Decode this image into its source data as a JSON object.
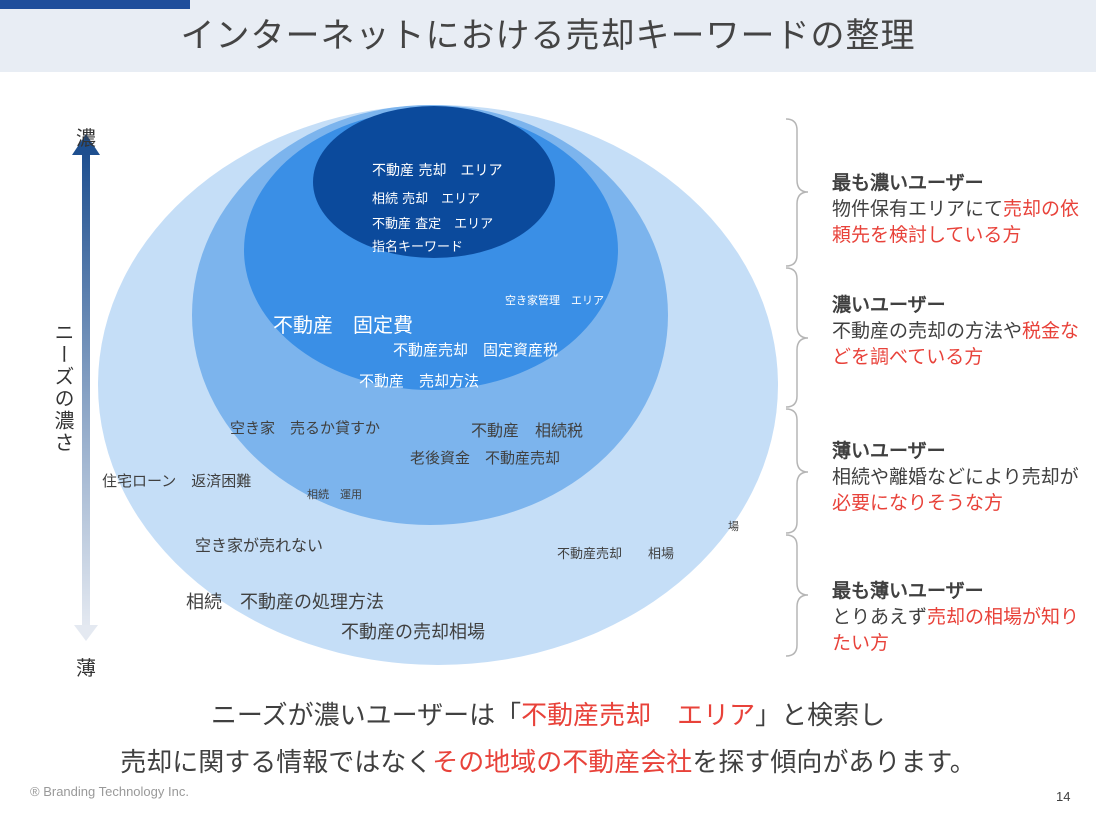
{
  "title": "インターネットにおける売却キーワードの整理",
  "axis": {
    "top": "濃",
    "bottom": "薄",
    "label": "ニーズの濃さ"
  },
  "rings": {
    "innermost": [
      "不動産 売却　エリア",
      "相続 売却　エリア",
      "不動産 査定　エリア",
      "指名キーワード"
    ],
    "second": [
      "空き家管理　エリア",
      "不動産　固定費",
      "不動産売却　固定資産税",
      "不動産　売却方法"
    ],
    "third": [
      "空き家　売るか貸すか",
      "不動産　相続税",
      "老後資金　不動産売却",
      "相続　運用"
    ],
    "outer": [
      "住宅ローン　返済困難",
      "空き家が売れない",
      "不動産売却　　相場",
      "相続　不動産の処理方法",
      "不動産の売却相場",
      "場"
    ]
  },
  "segments": [
    {
      "title": "最も濃いユーザー",
      "parts": [
        {
          "t": "物件保有エリアにて",
          "c": "dark"
        },
        {
          "t": "売却の依頼先を検討している方",
          "c": "red"
        }
      ]
    },
    {
      "title": "濃いユーザー",
      "parts": [
        {
          "t": "不動産の売却の方法や",
          "c": "dark"
        },
        {
          "t": "税金などを調べている方",
          "c": "red"
        }
      ]
    },
    {
      "title": "薄いユーザー",
      "parts": [
        {
          "t": "相続や離婚などにより売却が",
          "c": "dark"
        },
        {
          "t": "必要になりそうな方",
          "c": "red"
        }
      ]
    },
    {
      "title": "最も薄いユーザー",
      "parts": [
        {
          "t": "とりあえず",
          "c": "dark"
        },
        {
          "t": "売却の相場が知りたい方",
          "c": "red"
        }
      ]
    }
  ],
  "bottom": {
    "line1": {
      "a": "ニーズが濃いユーザーは「",
      "b": "不動産売却　エリア",
      "c": "」と検索し"
    },
    "line2": {
      "a": "売却に関する情報ではなく",
      "b": "その地域の不動産会社",
      "c": "を探す傾向があります。"
    }
  },
  "footer": {
    "copyright": "® Branding Technology Inc.",
    "page": "14"
  },
  "colors": {
    "ring1": "#c5def7",
    "ring2": "#7cb4ed",
    "ring3": "#3a8fe6",
    "ring4": "#0b4a9c",
    "red": "#e8423a"
  }
}
